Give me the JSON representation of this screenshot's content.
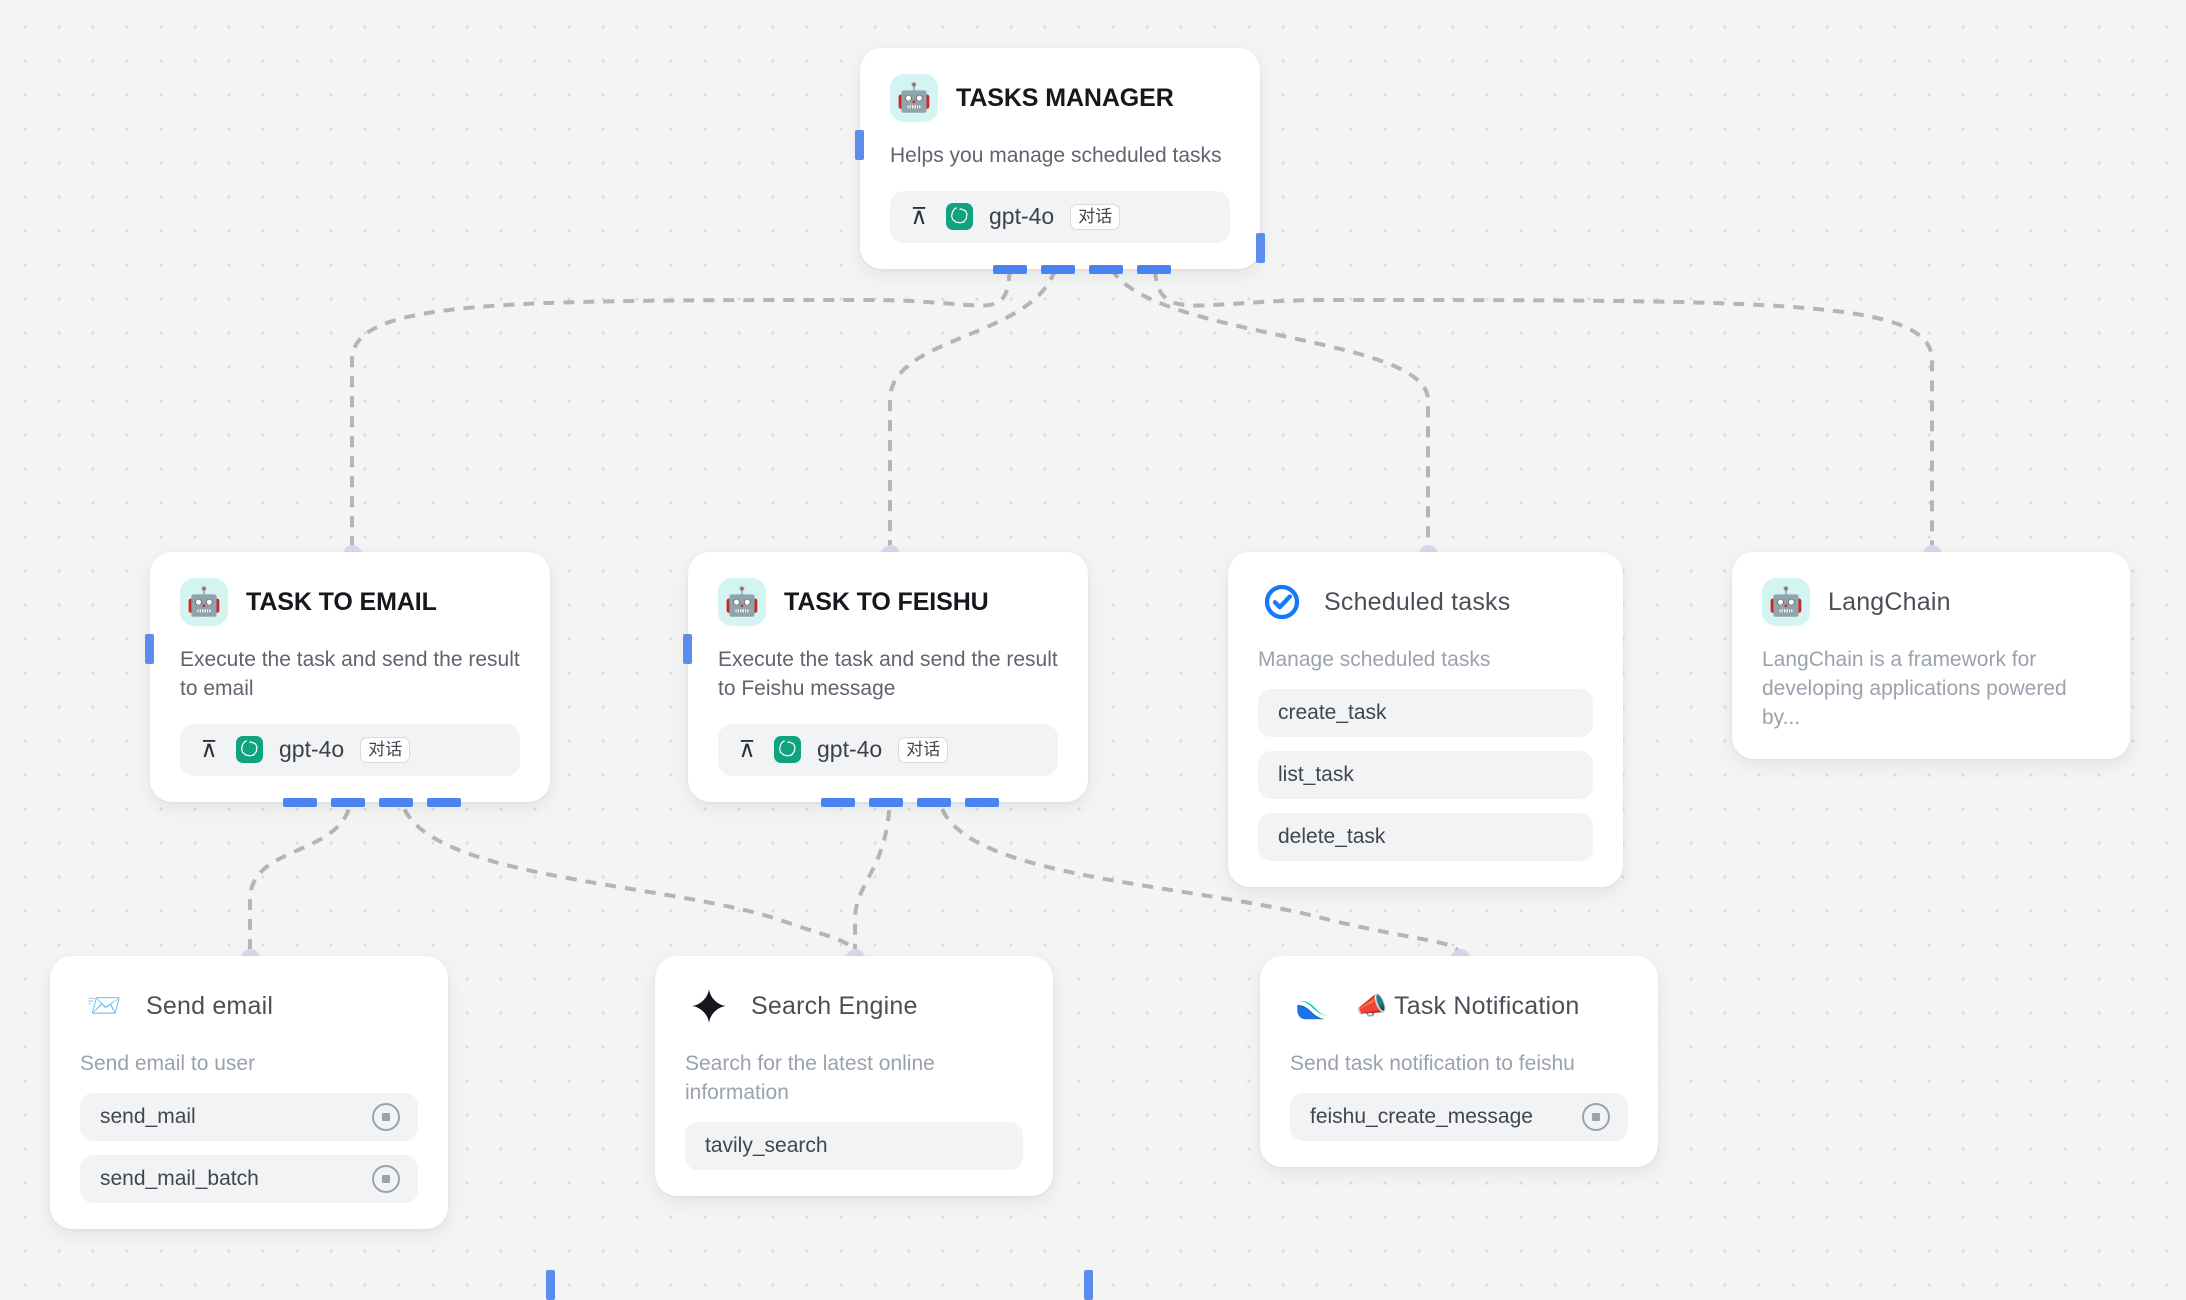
{
  "canvas": {
    "background": "#f4f4f4",
    "dot_color": "#dcdcdc",
    "accent": "#4a84f0",
    "handle_target": "#d7d8f0",
    "edge_color": "#b5b5b5"
  },
  "model_row": {
    "collapse_icon": "⊼",
    "provider_icon": "openai-logo",
    "name": "gpt-4o",
    "badge": "对话"
  },
  "nodes": {
    "tasks_manager": {
      "icon": "🤖",
      "title": "TASKS MANAGER",
      "description": "Helps you manage scheduled tasks",
      "model": {
        "name": "gpt-4o",
        "badge": "对话",
        "collapse_icon": "⊼"
      }
    },
    "task_to_email": {
      "icon": "🤖",
      "title": "TASK TO EMAIL",
      "description": "Execute the task and send the result to email",
      "model": {
        "name": "gpt-4o",
        "badge": "对话",
        "collapse_icon": "⊼"
      }
    },
    "task_to_feishu": {
      "icon": "🤖",
      "title": "TASK TO FEISHU",
      "description": "Execute the task and send the result to Feishu message",
      "model": {
        "name": "gpt-4o",
        "badge": "对话",
        "collapse_icon": "⊼"
      }
    },
    "scheduled_tasks": {
      "icon": "check-circle-icon",
      "title": "Scheduled tasks",
      "description": "Manage scheduled tasks",
      "tools": [
        {
          "name": "create_task",
          "has_action_icon": false
        },
        {
          "name": "list_task",
          "has_action_icon": false
        },
        {
          "name": "delete_task",
          "has_action_icon": false
        }
      ]
    },
    "langchain": {
      "icon": "🤖",
      "title": "LangChain",
      "description": "LangChain is a framework for developing applications powered by..."
    },
    "send_email": {
      "icon": "📨",
      "title": "Send email",
      "description": "Send email to user",
      "tools": [
        {
          "name": "send_mail",
          "has_action_icon": true
        },
        {
          "name": "send_mail_batch",
          "has_action_icon": true
        }
      ]
    },
    "search_engine": {
      "icon": "sparkle-icon",
      "title": "Search Engine",
      "description": "Search for the latest online information",
      "tools": [
        {
          "name": "tavily_search",
          "has_action_icon": false
        }
      ]
    },
    "task_notification": {
      "icon": "feishu-logo",
      "title": "📣 Task Notification",
      "description": "Send task notification to feishu",
      "tools": [
        {
          "name": "feishu_create_message",
          "has_action_icon": true
        }
      ]
    }
  }
}
